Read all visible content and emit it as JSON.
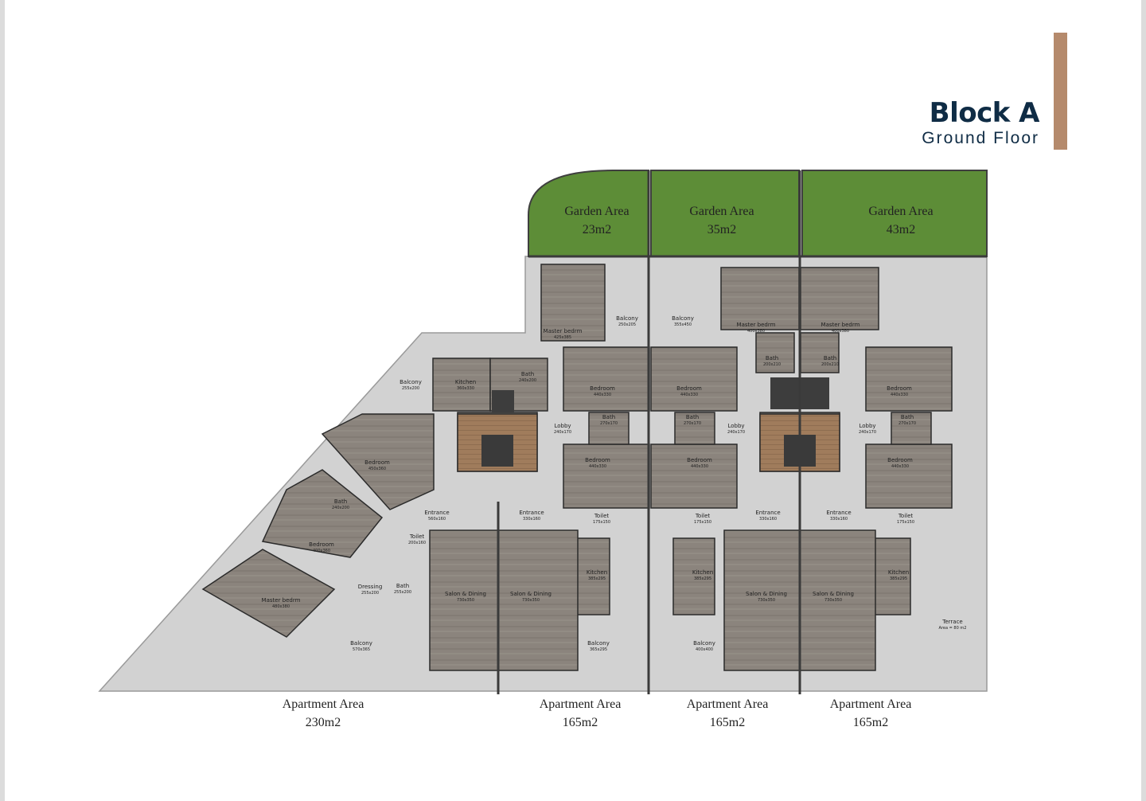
{
  "header": {
    "title": "Block A",
    "subtitle": "Ground Floor"
  },
  "colors": {
    "accent": "#b58a6c",
    "title": "#0f2c45",
    "garden": "#5d8d37",
    "floor": "#8a827a",
    "pavement": "#d2d2d2",
    "wall": "#2b2b2b"
  },
  "gardens": [
    {
      "name": "Garden Area",
      "area": "23m2"
    },
    {
      "name": "Garden Area",
      "area": "35m2"
    },
    {
      "name": "Garden Area",
      "area": "43m2"
    }
  ],
  "apartments": [
    {
      "name": "Apartment Area",
      "area": "230m2"
    },
    {
      "name": "Apartment Area",
      "area": "165m2"
    },
    {
      "name": "Apartment Area",
      "area": "165m2"
    },
    {
      "name": "Apartment Area",
      "area": "165m2"
    }
  ],
  "rooms": [
    {
      "name": "Master bedrm",
      "size": "425x385"
    },
    {
      "name": "Balcony",
      "size": "250x205"
    },
    {
      "name": "Balcony",
      "size": "355x450"
    },
    {
      "name": "Master bedrm",
      "size": "400x380"
    },
    {
      "name": "Master bedrm",
      "size": "400x380"
    },
    {
      "name": "Balcony",
      "size": "255x200"
    },
    {
      "name": "Kitchen",
      "size": "360x330"
    },
    {
      "name": "Bath",
      "size": "240x200"
    },
    {
      "name": "Bedroom",
      "size": "440x330"
    },
    {
      "name": "Bedroom",
      "size": "440x330"
    },
    {
      "name": "Bath",
      "size": "200x210"
    },
    {
      "name": "Bath",
      "size": "200x210"
    },
    {
      "name": "Bedroom",
      "size": "440x330"
    },
    {
      "name": "Lobby",
      "size": "240x170"
    },
    {
      "name": "Bath",
      "size": "270x170"
    },
    {
      "name": "Bath",
      "size": "270x170"
    },
    {
      "name": "Lobby",
      "size": "240x170"
    },
    {
      "name": "Lobby",
      "size": "240x170"
    },
    {
      "name": "Bath",
      "size": "270x170"
    },
    {
      "name": "Bedroom",
      "size": "450x360"
    },
    {
      "name": "Bedroom",
      "size": "440x330"
    },
    {
      "name": "Bedroom",
      "size": "440x330"
    },
    {
      "name": "Bedroom",
      "size": "440x330"
    },
    {
      "name": "Bath",
      "size": "240x200"
    },
    {
      "name": "Entrance",
      "size": "560x160"
    },
    {
      "name": "Entrance",
      "size": "330x160"
    },
    {
      "name": "Toilet",
      "size": "175x150"
    },
    {
      "name": "Toilet",
      "size": "175x150"
    },
    {
      "name": "Entrance",
      "size": "330x160"
    },
    {
      "name": "Entrance",
      "size": "330x160"
    },
    {
      "name": "Toilet",
      "size": "175x150"
    },
    {
      "name": "Bedroom",
      "size": "400x360"
    },
    {
      "name": "Toilet",
      "size": "200x160"
    },
    {
      "name": "Kitchen",
      "size": "385x295"
    },
    {
      "name": "Kitchen",
      "size": "385x295"
    },
    {
      "name": "Kitchen",
      "size": "385x295"
    },
    {
      "name": "Dressing",
      "size": "255x200"
    },
    {
      "name": "Bath",
      "size": "255x200"
    },
    {
      "name": "Master bedrm",
      "size": "480x380"
    },
    {
      "name": "Salon & Dining",
      "size": "730x350"
    },
    {
      "name": "Salon & Dining",
      "size": "730x350"
    },
    {
      "name": "Salon & Dining",
      "size": "730x350"
    },
    {
      "name": "Salon & Dining",
      "size": "730x350"
    },
    {
      "name": "Terrace",
      "size": "Area = 80 m2"
    },
    {
      "name": "Balcony",
      "size": "570x365"
    },
    {
      "name": "Balcony",
      "size": "365x295"
    },
    {
      "name": "Balcony",
      "size": "400x400"
    }
  ]
}
